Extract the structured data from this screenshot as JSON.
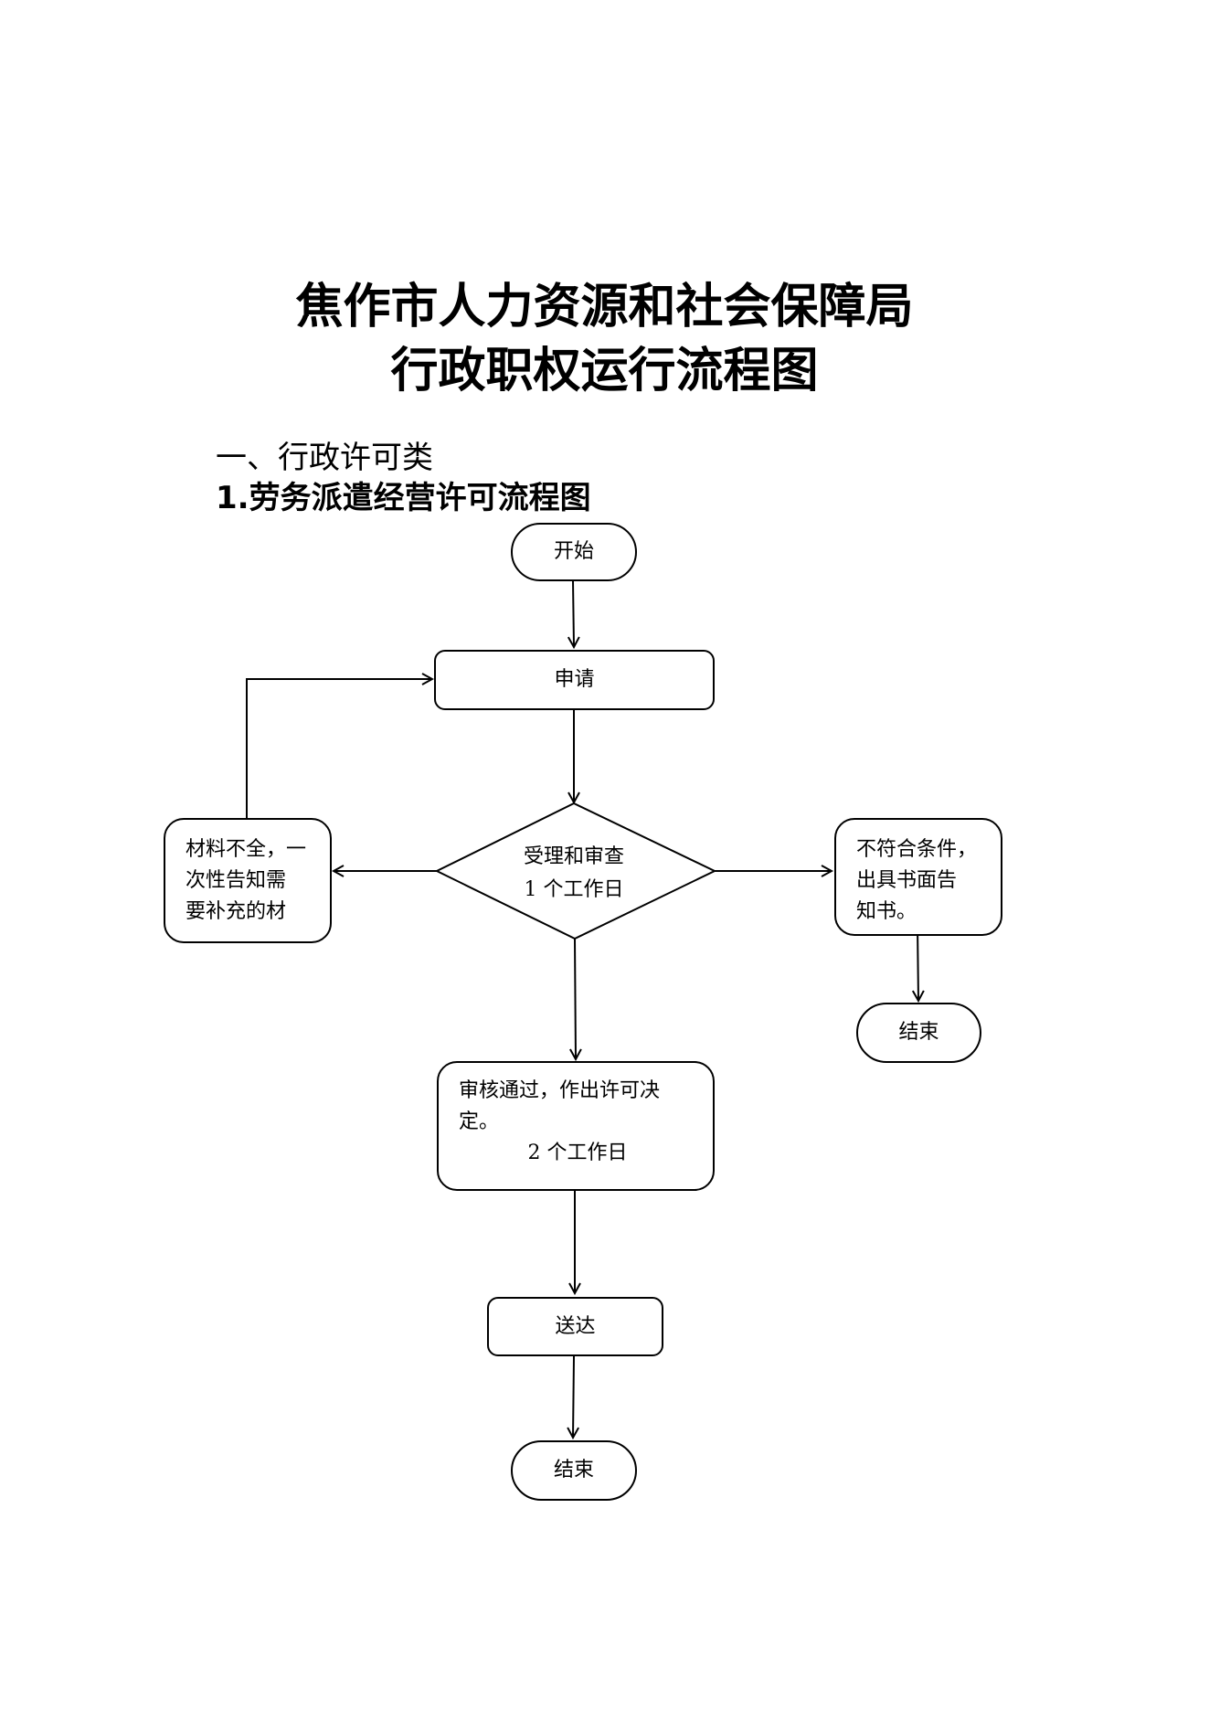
{
  "title": {
    "line1": "焦作市人力资源和社会保障局",
    "line2": "行政职权运行流程图"
  },
  "section": {
    "heading": "一、行政许可类",
    "subheading": "1.劳务派遣经营许可流程图"
  },
  "nodes": {
    "start": "开始",
    "apply": "申请",
    "review": {
      "line1": "受理和审查",
      "line2": "1 个工作日"
    },
    "incomplete": {
      "line1": "材料不全，一",
      "line2": "次性告知需",
      "line3": "要补充的材"
    },
    "reject": {
      "line1": "不符合条件，",
      "line2": "出具书面告",
      "line3": "知书。"
    },
    "reject_end": "结束",
    "approve": {
      "line1": "审核通过，作出许可决",
      "line2": "定。",
      "line3": "2 个工作日"
    },
    "deliver": "送达",
    "end": "结束"
  }
}
